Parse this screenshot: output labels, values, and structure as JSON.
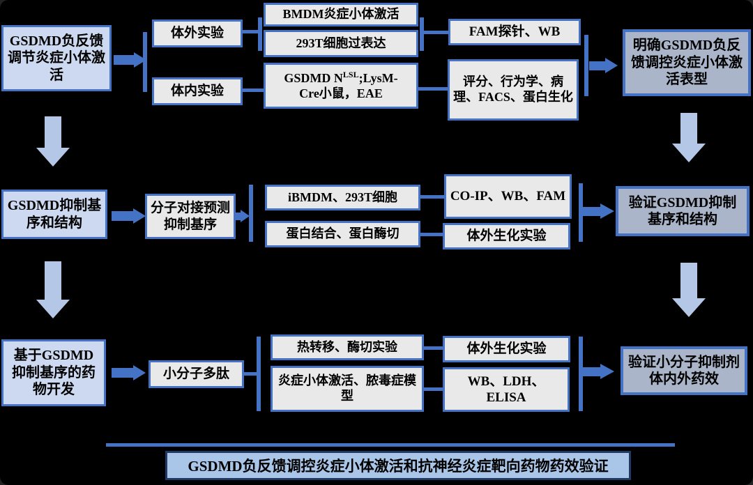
{
  "row1": {
    "start": "GSDMD负反馈调节炎症小体激活",
    "branch_invitro": "体外实验",
    "branch_invivo": "体内实验",
    "bmdm": "BMDM炎症小体激活",
    "t293": "293T细胞过表达",
    "fam": "FAM探针、WB",
    "mouse_line1_pre": "GSDMD N",
    "mouse_sup": "LSL",
    "mouse_line1_post": ";LysM-",
    "mouse_line2": "Cre小鼠，EAE",
    "readouts": "评分、行为学、病理、FACS、蛋白生化",
    "outcome": "明确GSDMD负反馈调控炎症小体激活表型"
  },
  "row2": {
    "start": "GSDMD抑制基序和结构",
    "method": "分子对接预测抑制基序",
    "cells": "iBMDM、293T细胞",
    "assays": "蛋白结合、蛋白酶切",
    "readout_top": "CO-IP、WB、FAM",
    "readout_bottom": "体外生化实验",
    "outcome": "验证GSDMD抑制基序和结构"
  },
  "row3": {
    "start": "基于GSDMD抑制基序的药物开发",
    "method": "小分子多肽",
    "assay_top": "热转移、酶切实验",
    "assay_bottom": "炎症小体激活、脓毒症模型",
    "readout_top": "体外生化实验",
    "readout_bottom": "WB、LDH、ELISA",
    "outcome": "验证小分子抑制剂体内外药效"
  },
  "banner": {
    "text": "GSDMD负反馈调控炎症小体激活和抗神经炎症靶向药物药效验证"
  },
  "colors": {
    "accent": "#4472C4",
    "box_light": "#CDD9F0",
    "box_gray": "#E9E9E9",
    "box_slate": "#AAB5C9",
    "arrow_light": "#B4C7E7",
    "banner_fill": "#A9C6E9",
    "banner_border": "#1F3864",
    "background": "#000000"
  }
}
